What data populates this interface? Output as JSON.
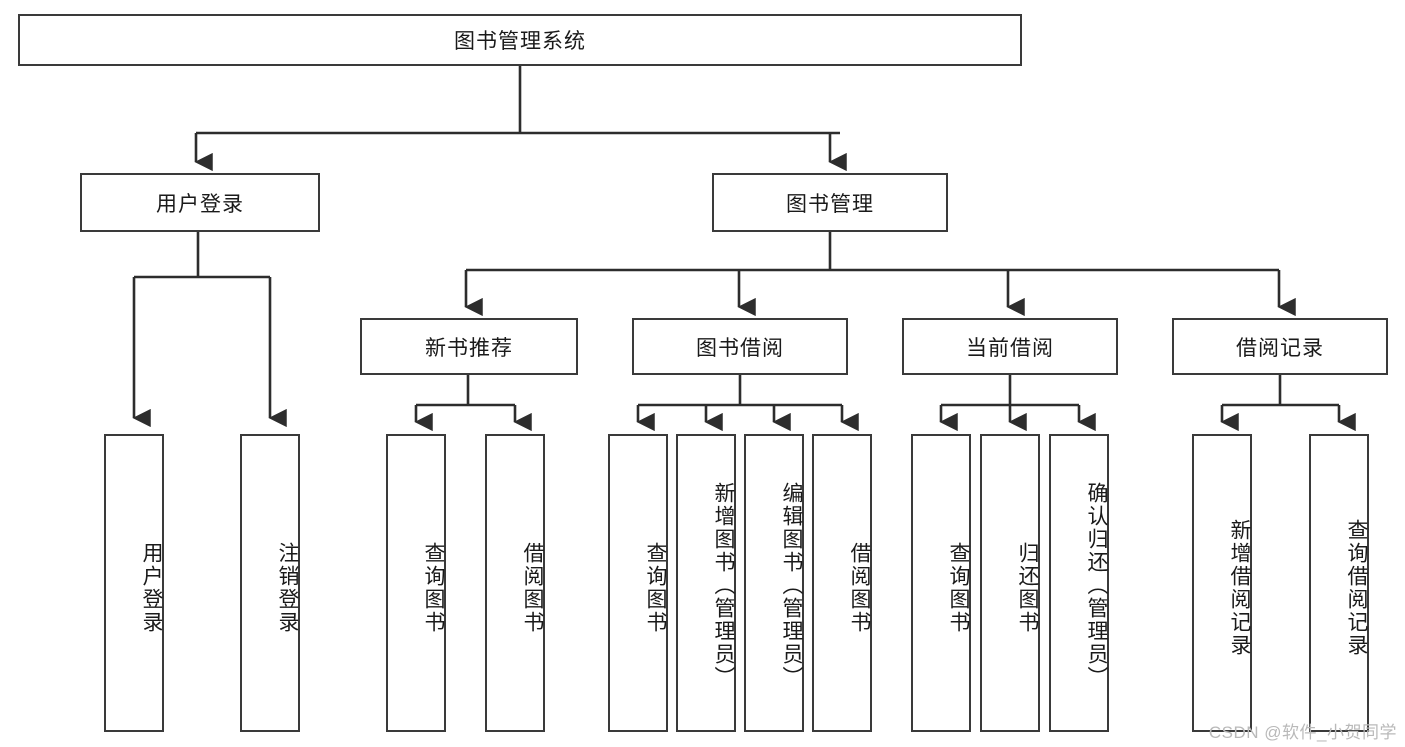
{
  "diagram": {
    "type": "tree",
    "title": "图书管理系统",
    "colors": {
      "box_border": "#3a3a3a",
      "box_fill": "#ffffff",
      "connector": "#2d2d2d",
      "text": "#1a1a1a",
      "watermark": "#b9b9b9",
      "background": "#ffffff"
    },
    "root": {
      "label": "图书管理系统"
    },
    "level2": [
      {
        "label": "用户登录"
      },
      {
        "label": "图书管理"
      }
    ],
    "level3": [
      {
        "label": "新书推荐"
      },
      {
        "label": "图书借阅"
      },
      {
        "label": "当前借阅"
      },
      {
        "label": "借阅记录"
      }
    ],
    "leaves": {
      "user_login": [
        {
          "label": "用户登录"
        },
        {
          "label": "注销登录"
        }
      ],
      "new_book_recommend": [
        {
          "label": "查询图书"
        },
        {
          "label": "借阅图书"
        }
      ],
      "book_borrow": [
        {
          "label": "查询图书"
        },
        {
          "label": "新增图书（管理员）"
        },
        {
          "label": "编辑图书（管理员）"
        },
        {
          "label": "借阅图书"
        }
      ],
      "current_borrow": [
        {
          "label": "查询图书"
        },
        {
          "label": "归还图书"
        },
        {
          "label": "确认归还（管理员）"
        }
      ],
      "borrow_record": [
        {
          "label": "新增借阅记录"
        },
        {
          "label": "查询借阅记录"
        }
      ]
    }
  },
  "watermark": {
    "text": "CSDN @软件_小贺同学"
  }
}
